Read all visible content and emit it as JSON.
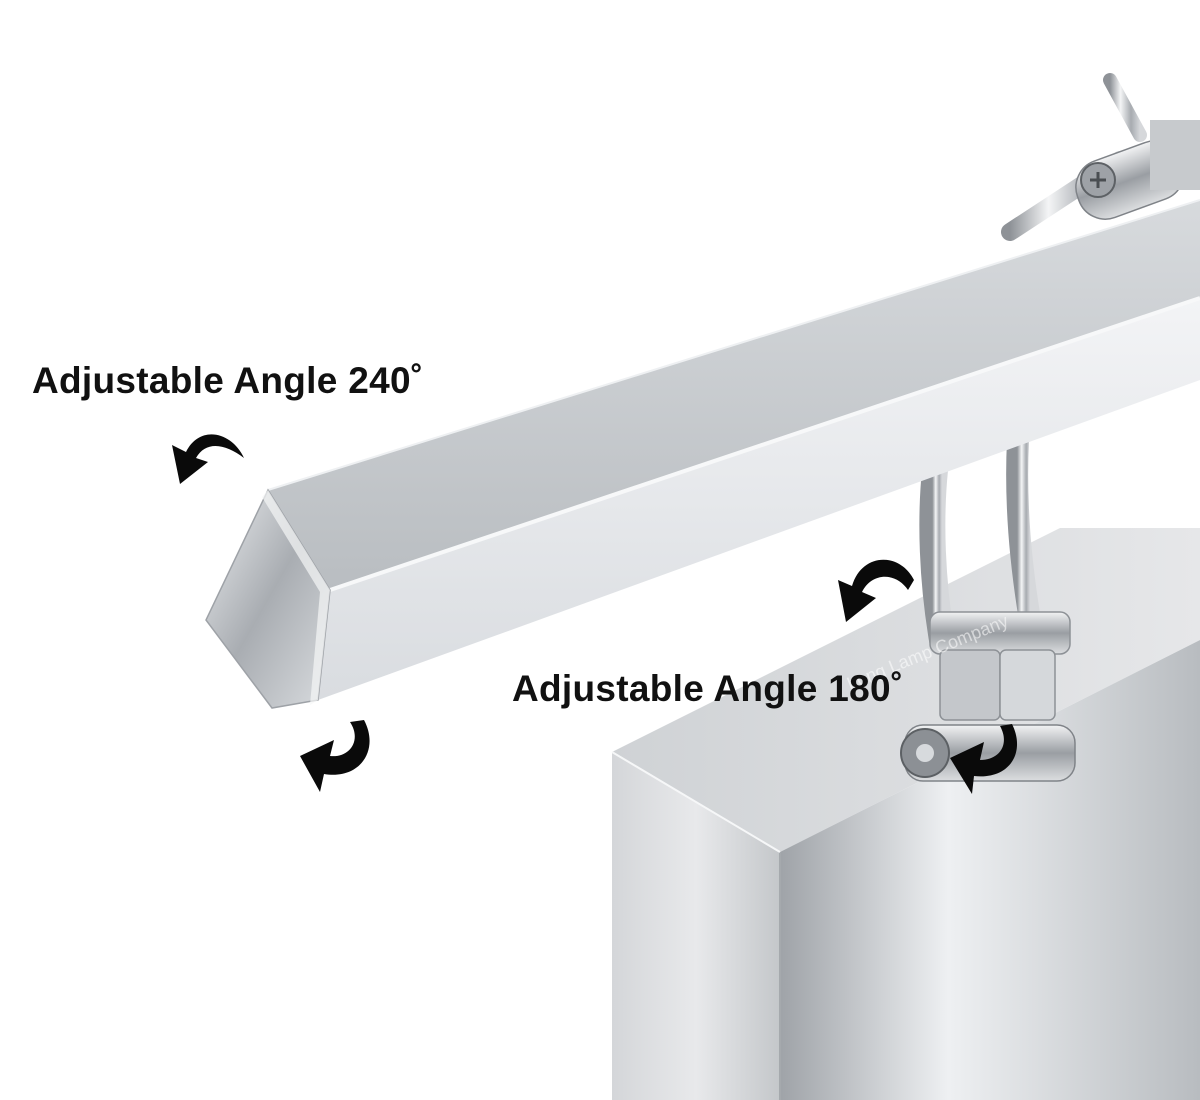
{
  "annotations": {
    "angle_240_label": "Adjustable Angle 240˚",
    "angle_180_label": "Adjustable Angle 180˚"
  },
  "watermark": {
    "text": "Long Lamp Company"
  },
  "icons": {
    "rotation_arrow": "curved-rotate-arrow-icon",
    "screw": "screw-icon",
    "knob": "knob-icon"
  },
  "colors": {
    "background": "#ffffff",
    "arrow": "#0a0a0a",
    "label_text": "#111111",
    "lamp_body": "#c9cdd1",
    "diffuser": "#e9ebee",
    "chrome": "#b8bcc0"
  }
}
